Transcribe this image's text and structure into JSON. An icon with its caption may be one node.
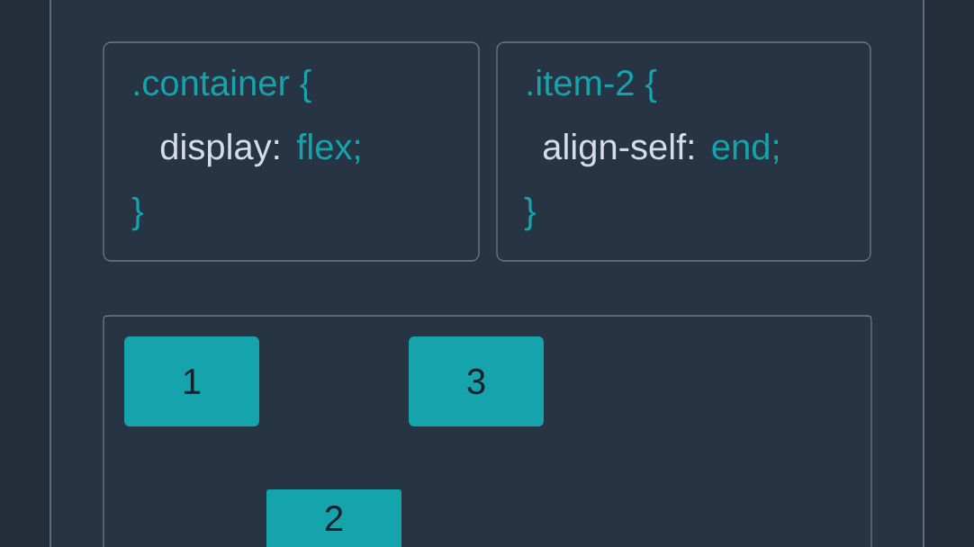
{
  "diagram": {
    "nodes": [
      {
        "text": [
          ".container {",
          "display:",
          "flex;",
          "}"
        ]
      },
      {
        "text": [
          ".item-2 {",
          "align-self:",
          "end;",
          "}"
        ]
      },
      {
        "text": [],
        "shape": "box"
      },
      {
        "text": [
          "1"
        ],
        "in": 2
      },
      {
        "text": [
          "3"
        ],
        "in": 2
      },
      {
        "text": [
          "2"
        ],
        "in": 2
      }
    ]
  }
}
